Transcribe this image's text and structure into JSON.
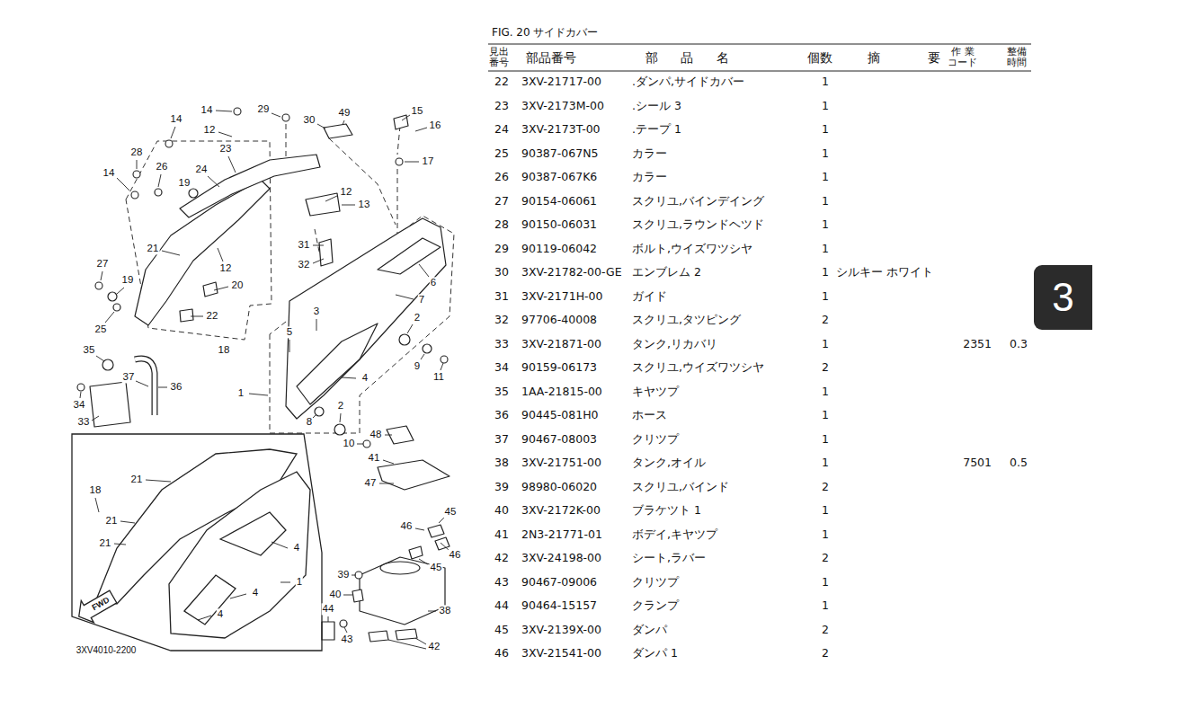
{
  "diagram": {
    "title": "FIG. 20 サイドカバー",
    "nodes": [
      {
        "text": [
          "3"
        ]
      }
    ],
    "labels": [
      "見出 番号",
      "部品番号",
      "部 品 名",
      "個数",
      "摘 要",
      "作 業 コード",
      "整備 時間",
      "22",
      "3XV-21717-00",
      ".ダンパ,サイドカバー",
      "1",
      "23",
      "3XV-2173M-00",
      ".シール 3",
      "1",
      "24",
      "3XV-2173T-00",
      ".テープ 1",
      "1",
      "25",
      "90387-067N5",
      "カラー",
      "1",
      "26",
      "90387-067K6",
      "カラー",
      "1",
      "27",
      "90154-06061",
      "スクリユ,バインデイング",
      "1",
      "28",
      "90150-06031",
      "スクリユ,ラウンドヘツド",
      "1",
      "29",
      "90119-06042",
      "ボルト,ウイズワツシヤ",
      "1",
      "30",
      "3XV-21782-00-GE",
      "エンブレム 2",
      "1",
      "シルキー ホワイト",
      "31",
      "3XV-2171H-00",
      "ガイド",
      "1",
      "32",
      "97706-40008",
      "スクリユ,タツピング",
      "2",
      "33",
      "3XV-21871-00",
      "タンク,リカバリ",
      "1",
      "2351",
      "0.3",
      "34",
      "90159-06173",
      "スクリユ,ウイズワツシヤ",
      "2",
      "35",
      "1AA-21815-00",
      "キヤツプ",
      "1",
      "36",
      "90445-081H0",
      "ホース",
      "1",
      "37",
      "90467-08003",
      "クリツプ",
      "1",
      "38",
      "3XV-21751-00",
      "タンク,オイル",
      "1",
      "7501",
      "0.5",
      "39",
      "98980-06020",
      "スクリユ,バインド",
      "2",
      "40",
      "3XV-2172K-00",
      "ブラケツト 1",
      "1",
      "41",
      "2N3-21771-01",
      "ボデイ,キヤツプ",
      "1",
      "42",
      "3XV-24198-00",
      "シート,ラバー",
      "2",
      "43",
      "90467-09006",
      "クリツプ",
      "1",
      "44",
      "90464-15157",
      "クランプ",
      "1",
      "45",
      "3XV-2139X-00",
      "ダンパ",
      "2",
      "46",
      "3XV-21541-00",
      "ダンパ 1",
      "2",
      "14",
      "29",
      "30",
      "49",
      "15",
      "16",
      "14",
      "12",
      "23",
      "28",
      "26",
      "24",
      "19",
      "14",
      "17",
      "12",
      "13",
      "21",
      "31",
      "32",
      "6",
      "27",
      "19",
      "12",
      "20",
      "7",
      "25",
      "22",
      "3",
      "5",
      "2",
      "18",
      "35",
      "4",
      "9",
      "11",
      "37",
      "36",
      "1",
      "34",
      "33",
      "2",
      "8",
      "48",
      "10",
      "41",
      "47",
      "21",
      "18",
      "21",
      "45",
      "46",
      "46",
      "45",
      "21",
      "4",
      "39",
      "4",
      "1",
      "40",
      "38",
      "44",
      "4",
      "43",
      "42",
      "FWD",
      "3XV4010-2200"
    ]
  }
}
